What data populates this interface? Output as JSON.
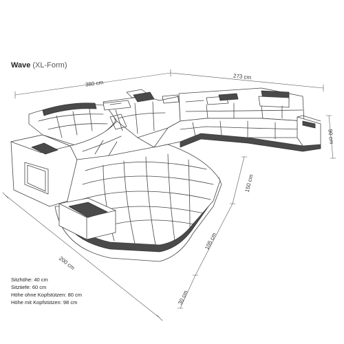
{
  "title": {
    "name": "Wave",
    "subtitle": "(XL-Form)"
  },
  "dimensions": {
    "back_left": "380 cm",
    "back_right": "273 cm",
    "right_depth": "90 cm",
    "inner_depth": "150 cm",
    "recamiere_length": "105 cm",
    "recamiere_end": "30 cm",
    "left_length": "200 cm"
  },
  "specs": [
    {
      "label": "Sitzhöhe:",
      "value": "40 cm"
    },
    {
      "label": "Sitztiefe:",
      "value": "60 cm"
    },
    {
      "label": "Höhe ohne Kopfstützen:",
      "value": "80 cm"
    },
    {
      "label": "Höhe mit Kopfstützen:",
      "value": "98 cm"
    }
  ],
  "colors": {
    "line": "#444444",
    "accent": "#4a4a4a",
    "fill": "#ffffff"
  }
}
